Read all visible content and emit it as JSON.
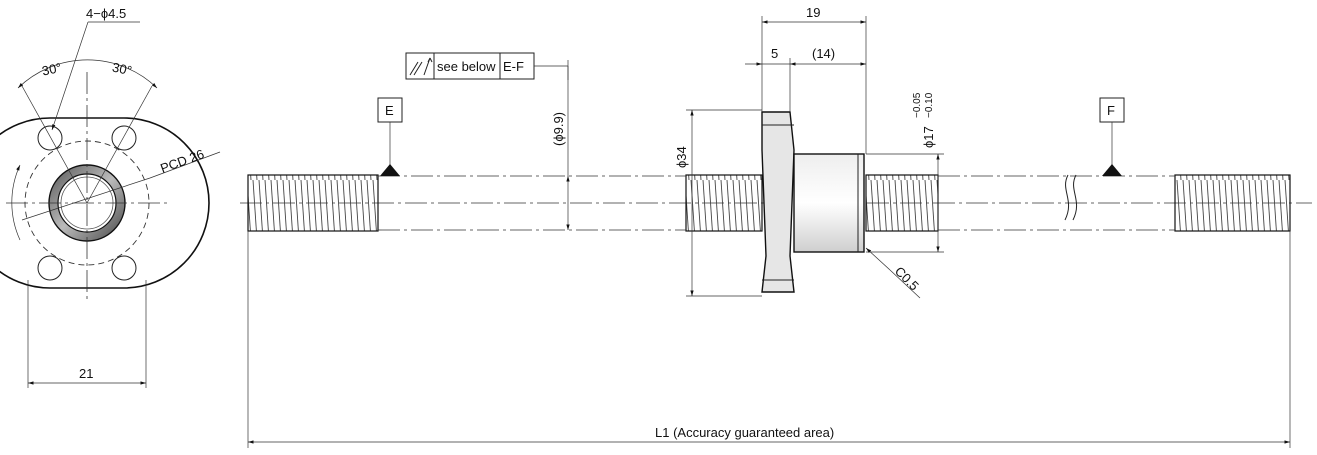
{
  "views": {
    "end_view": {
      "holes": "4−ϕ4.5",
      "angle_left": "30°",
      "angle_right": "30°",
      "pcd": "PCD 26",
      "width": "21"
    },
    "side_view": {
      "overall_nut_length": "19",
      "flange_thickness": "5",
      "body_length": "(14)",
      "flange_diameter": "ϕ34",
      "body_diameter": "ϕ17",
      "body_tol_upper": "−0.05",
      "body_tol_lower": "−0.10",
      "shaft_diameter": "(ϕ9.9)",
      "chamfer": "C0.5",
      "datum_e": "E",
      "datum_f": "F",
      "tolerance_note": "see below",
      "tolerance_datum": "E-F",
      "length_label": "L1 (Accuracy guaranteed area)"
    }
  },
  "colors": {
    "line": "#222222",
    "fill_dark": "#333333",
    "background": "#ffffff"
  }
}
